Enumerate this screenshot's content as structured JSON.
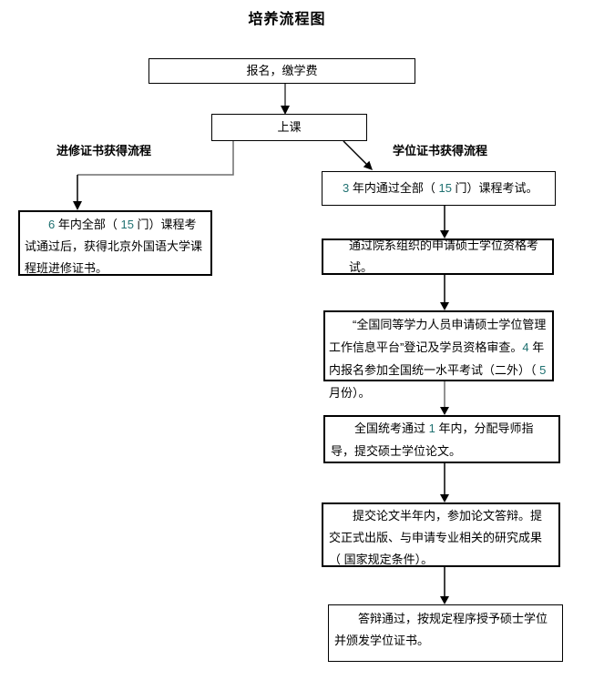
{
  "title": "培养流程图",
  "branch_labels": {
    "left": "进修证书获得流程",
    "right": "学位证书获得流程"
  },
  "nodes": {
    "enroll": {
      "text": "报名，缴学费"
    },
    "attend": {
      "text": "上课"
    },
    "leftcert": {
      "text": "6 年内全部（ 15 门）课程考试通过后，获得北京外国语大学课程班进修证书。"
    },
    "exam3": {
      "text": "3 年内通过全部（ 15 门）课程考试。"
    },
    "qualify": {
      "text": "通过院系组织的申请硕士学位资格考试。"
    },
    "platform": {
      "text": "“全国同等学力人员申请硕士学位管理工作信息平台”登记及学员资格审查。4 年内报名参加全国统一水平考试（二外）（ 5 月份）。"
    },
    "thesis": {
      "text": "全国统考通过 1 年内，分配导师指导，提交硕士学位论文。"
    },
    "defense": {
      "text": "提交论文半年内，参加论文答辩。提交正式出版、与申请专业相关的研究成果（ 国家规定条件）。"
    },
    "degree": {
      "text": "答辩通过，按规定程序授予硕士学位并颁发学位证书。"
    }
  },
  "edges": [
    {
      "from": "enroll",
      "to": "attend"
    },
    {
      "from": "attend",
      "to": "leftcert"
    },
    {
      "from": "attend",
      "to": "exam3"
    },
    {
      "from": "exam3",
      "to": "qualify"
    },
    {
      "from": "qualify",
      "to": "platform"
    },
    {
      "from": "platform",
      "to": "thesis"
    },
    {
      "from": "thesis",
      "to": "defense"
    },
    {
      "from": "defense",
      "to": "degree"
    }
  ],
  "colors": {
    "box_border": "#000000",
    "line": "#000000",
    "elbow_line": "#6e6e6e",
    "digit": "#1f7171",
    "background": "#ffffff"
  }
}
